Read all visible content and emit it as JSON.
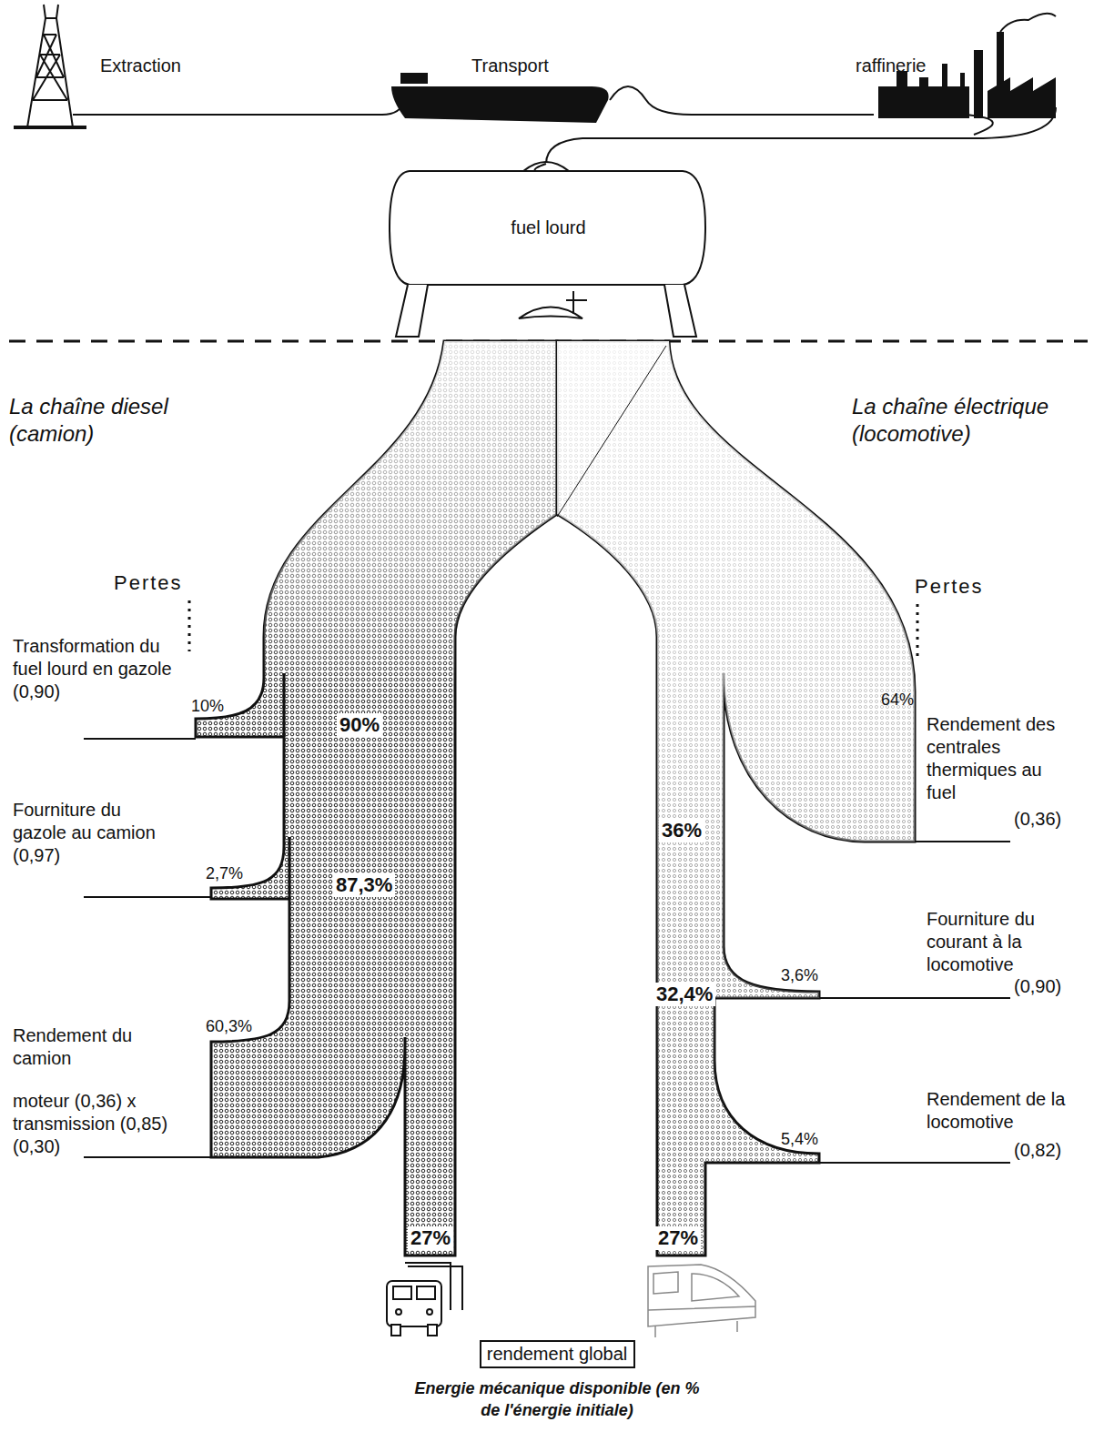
{
  "diagram": {
    "caption": "Energie mécanique disponible (en % de l'énergie initiale)",
    "nodes": [
      {
        "text": [
          "fuel lourd"
        ]
      },
      {
        "text": [
          "rendement global"
        ]
      }
    ],
    "labels": [
      "Extraction",
      "Transport",
      "raffinerie",
      "La chaîne diesel (camion)",
      "La chaîne électrique (locomotive)",
      "Pertes",
      "Pertes",
      "Transformation du fuel lourd en gazole (0,90)",
      "10%",
      "90%",
      "Fourniture du gazole au camion (0,97)",
      "2,7%",
      "87,3%",
      "Rendement du camion",
      "60,3%",
      "moteur (0,36) x transmission (0,85) (0,30)",
      "27%",
      "64%",
      "Rendement des centrales thermiques au fuel",
      "(0,36)",
      "36%",
      "Fourniture du courant à la locomotive",
      "(0,90)",
      "3,6%",
      "32,4%",
      "Rendement de la locomotive",
      "(0,82)",
      "5,4%",
      "27%"
    ]
  }
}
